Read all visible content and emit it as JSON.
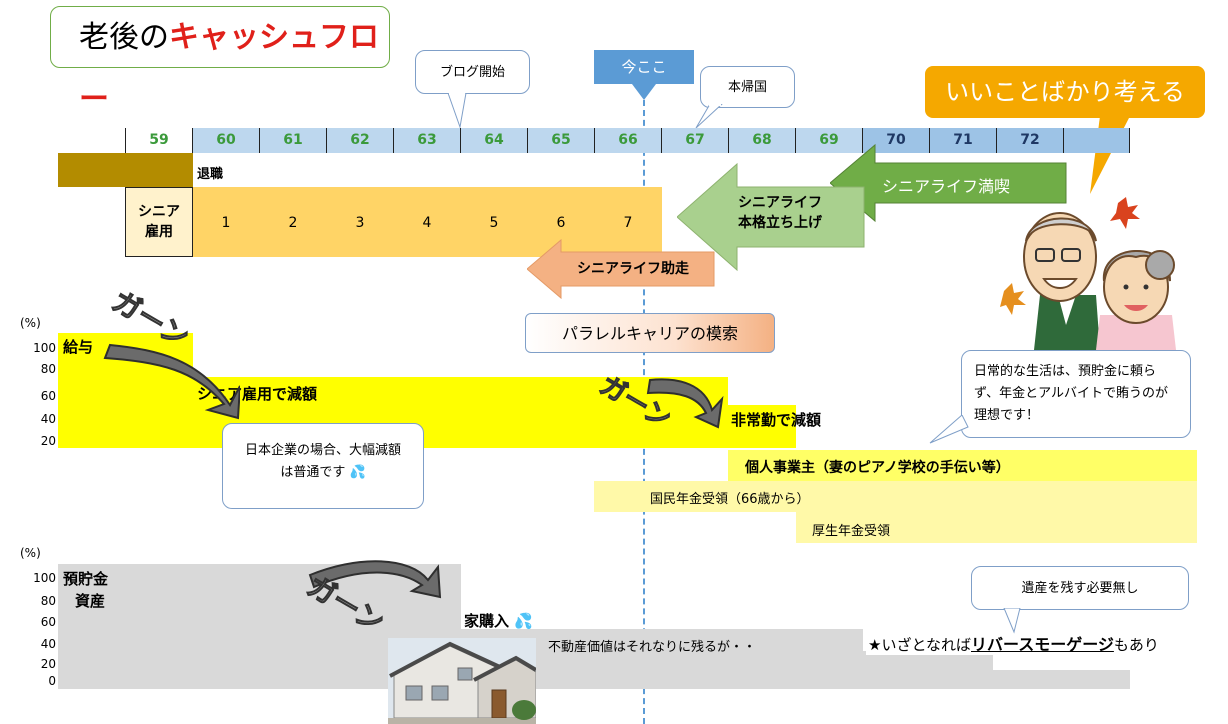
{
  "title": {
    "prefix": "老後の",
    "highlight": "キャッシュフロー"
  },
  "callouts": {
    "blog_start": "ブログ開始",
    "now_here": "今ここ",
    "return_home": "本帰国",
    "think_good": "いいことばかり考える",
    "japan_companies": "日本企業の場合、大幅減額は普通です",
    "daily_life": "日常的な生活は、預貯金に頼らず、年金とアルバイトで賄うのが理想です！",
    "inheritance": "遺産を残す必要無し"
  },
  "timeline": {
    "ages": [
      "59",
      "60",
      "61",
      "62",
      "63",
      "64",
      "65",
      "66",
      "67",
      "68",
      "69",
      "70",
      "71",
      "72"
    ],
    "retire_label": "退職",
    "senior_employment_label": [
      "シニア",
      "雇用"
    ],
    "senior_employment_years": [
      "1",
      "2",
      "3",
      "4",
      "5",
      "6",
      "7"
    ]
  },
  "arrows": {
    "life_enjoy": "シニアライフ満喫",
    "life_launch": [
      "シニアライフ",
      "本格立ち上げ"
    ],
    "life_runup": "シニアライフ助走"
  },
  "parallel_career": "パラレルキャリアの模索",
  "income": {
    "unit": "(%)",
    "ticks": [
      "100",
      "80",
      "60",
      "40",
      "20"
    ],
    "salary_label": "給与",
    "senior_cut": "シニア雇用で減額",
    "part_time_cut": "非常勤で減額",
    "sole_proprietor": "個人事業主（妻のピアノ学校の手伝い等）",
    "national_pension": "国民年金受領（66歳から）",
    "employee_pension": "厚生年金受領"
  },
  "assets": {
    "unit": "(%)",
    "ticks": [
      "100",
      "80",
      "60",
      "40",
      "20",
      "0"
    ],
    "savings_label": [
      "預貯金",
      "資産"
    ],
    "house_purchase": "家購入",
    "real_estate_note": "不動産価値はそれなりに残るが・・",
    "reverse_mortgage_prefix": "★いざとなれば",
    "reverse_mortgage_keyword": "リバースモーゲージ",
    "reverse_mortgage_suffix": "もあり"
  },
  "sfx": {
    "gaan": "ガーン"
  },
  "colors": {
    "accent_red": "#e0201a",
    "timeline_green": "#3b9a3b",
    "timeline_blue": "#1f3864",
    "gold": "#b38c00",
    "orange_fill": "#ffd466",
    "yellow": "#ffff00",
    "light_yellow": "#fff9a8",
    "grey": "#d9d9d9",
    "green_arrow": "#70ad47",
    "light_green_arrow": "#a9d08e",
    "salmon_arrow": "#f4b183",
    "now_blue": "#5b9bd5",
    "callout_orange": "#f5a800"
  }
}
